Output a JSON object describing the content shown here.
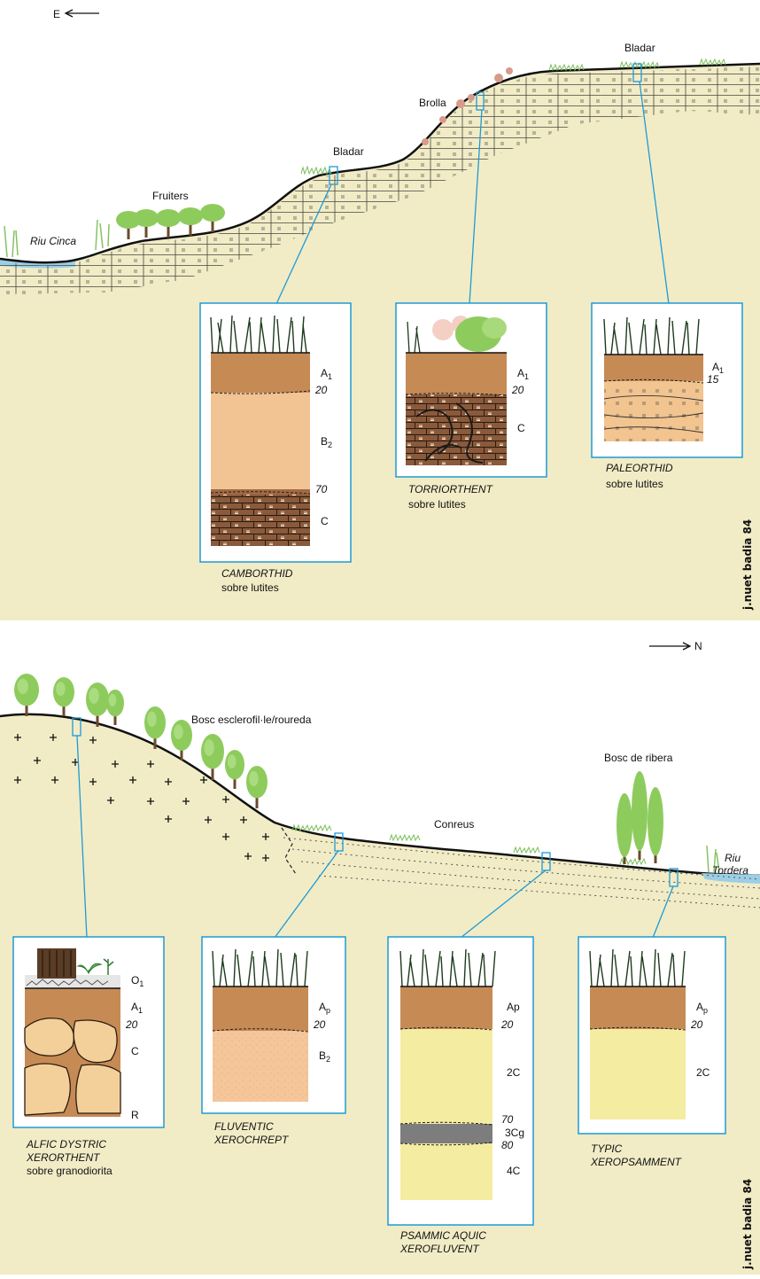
{
  "colors": {
    "ground": "#f1ecc6",
    "line_blue": "#1e9ad6",
    "brown_dark": "#8a5a3b",
    "brown_mid": "#c68a5a",
    "tan": "#f2c493",
    "yellow": "#f4eca1",
    "grey_band": "#7d7d7d",
    "tree_green": "#8ecb5d",
    "trunk": "#6b4a2c"
  },
  "top": {
    "compass": {
      "label": "E",
      "icon": "arrow-left-icon"
    },
    "labels": {
      "river": "Riu Cinca",
      "fruiters": "Fruiters",
      "bladar1": "Bladar",
      "brolla": "Brolla",
      "bladar2": "Bladar"
    },
    "profiles": [
      {
        "horizons": {
          "a1": "A",
          "a1_sub": "1",
          "d20": "20",
          "b2": "B",
          "b2_sub": "2",
          "d70": "70",
          "c": "C"
        },
        "name": "CAMBORTHID",
        "substrate": "sobre lutites"
      },
      {
        "horizons": {
          "a1": "A",
          "a1_sub": "1",
          "d20": "20",
          "c": "C"
        },
        "name": "TORRIORTHENT",
        "substrate": "sobre lutites"
      },
      {
        "horizons": {
          "a1": "A",
          "a1_sub": "1",
          "d15": "15"
        },
        "name": "PALEORTHID",
        "substrate": "sobre lutites"
      }
    ],
    "signature": "j.nuet badia 84"
  },
  "bottom": {
    "compass": {
      "label": "N",
      "icon": "arrow-right-icon"
    },
    "labels": {
      "forest": "Bosc esclerofil·le/roureda",
      "conreus": "Conreus",
      "riparian": "Bosc de ribera",
      "river_line1": "Riu",
      "river_line2": "Tordera"
    },
    "profiles": [
      {
        "horizons": {
          "o1": "O",
          "o1_sub": "1",
          "a1": "A",
          "a1_sub": "1",
          "d20": "20",
          "c": "C",
          "r": "R"
        },
        "name_line1": "ALFIC DYSTRIC",
        "name_line2": "XERORTHENT",
        "substrate": "sobre granodiorita"
      },
      {
        "horizons": {
          "ap": "A",
          "ap_sub": "p",
          "d20": "20",
          "b2": "B",
          "b2_sub": "2"
        },
        "name_line1": "FLUVENTIC",
        "name_line2": "XEROCHREPT"
      },
      {
        "horizons": {
          "ap": "Ap",
          "d20": "20",
          "c2": "2C",
          "d70": "70",
          "cg3": "3Cg",
          "d80": "80",
          "c4": "4C"
        },
        "name_line1": "PSAMMIC AQUIC",
        "name_line2": "XEROFLUVENT"
      },
      {
        "horizons": {
          "ap": "A",
          "ap_sub": "p",
          "d20": "20",
          "c2": "2C"
        },
        "name_line1": "TYPIC",
        "name_line2": "XEROPSAMMENT"
      }
    ],
    "signature": "j.nuet badia 84"
  }
}
